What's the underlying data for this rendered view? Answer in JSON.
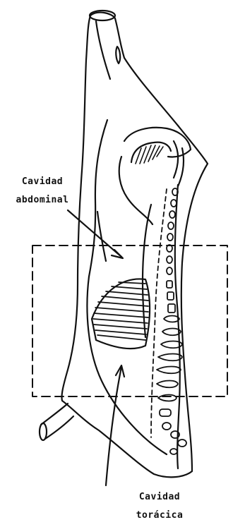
{
  "labels": {
    "abdominal_line1": "Cavidad",
    "abdominal_line2": "abdominal",
    "thoracic_line1": "Cavidad",
    "thoracic_line2": "torácica"
  },
  "colors": {
    "ink": "#111111",
    "background": "#ffffff"
  }
}
